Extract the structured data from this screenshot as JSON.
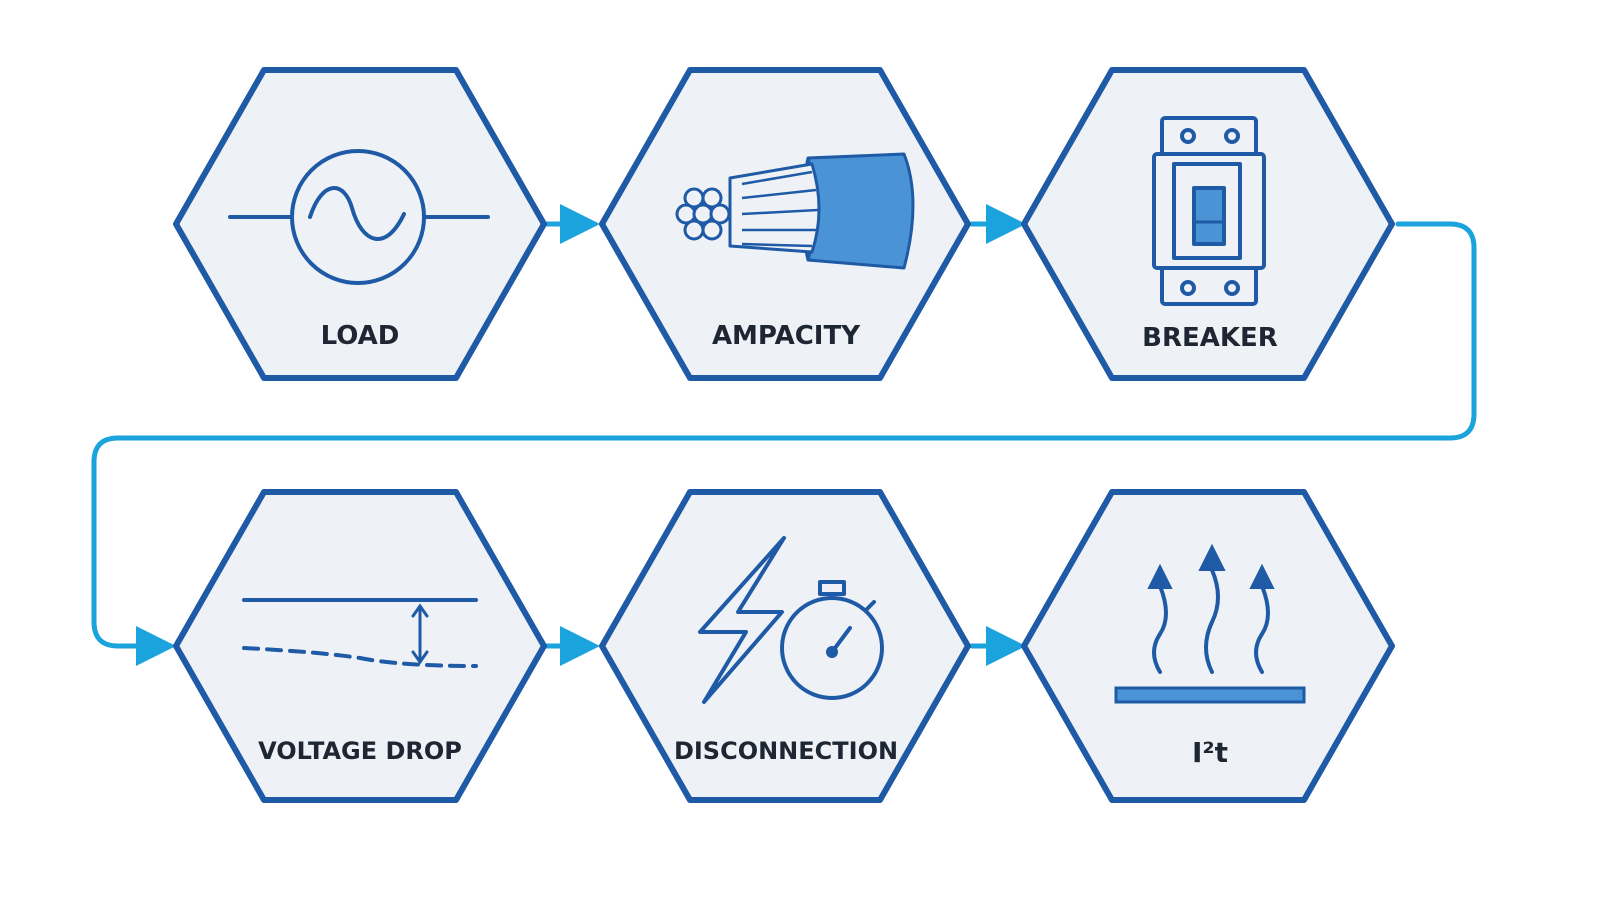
{
  "diagram": {
    "colors": {
      "hex_stroke": "#1f5aa6",
      "hex_fill": "#eef1f6",
      "connector": "#1aa3dd",
      "icon_dark": "#1f5aa6",
      "icon_accent": "#4a93d4",
      "label": "#1f2633"
    },
    "steps": [
      {
        "id": "load",
        "label": "LOAD",
        "icon": "ac-source-icon"
      },
      {
        "id": "ampacity",
        "label": "AMPACITY",
        "icon": "cable-icon"
      },
      {
        "id": "breaker",
        "label": "BREAKER",
        "icon": "circuit-breaker-icon"
      },
      {
        "id": "voltage-drop",
        "label": "VOLTAGE DROP",
        "icon": "voltage-drop-icon"
      },
      {
        "id": "disconnection",
        "label": "DISCONNECTION",
        "icon": "lightning-stopwatch-icon"
      },
      {
        "id": "i2t",
        "label": "I²t",
        "icon": "heat-rising-icon"
      }
    ]
  }
}
